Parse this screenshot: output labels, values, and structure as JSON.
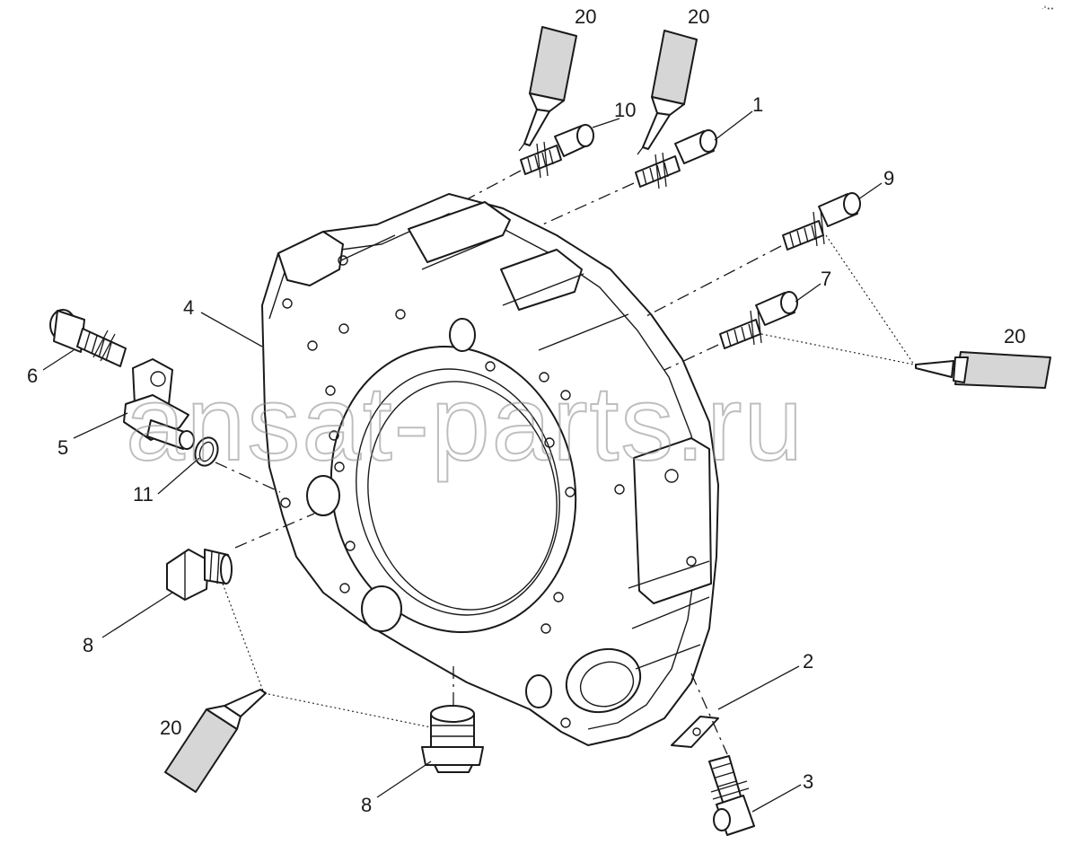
{
  "diagram": {
    "corner_mark": "·°••",
    "watermark": "ansat-parts.ru",
    "callouts": {
      "c20a": "20",
      "c20b": "20",
      "c10": "10",
      "c1": "1",
      "c9": "9",
      "c7": "7",
      "c20c": "20",
      "c4": "4",
      "c6": "6",
      "c5": "5",
      "c11": "11",
      "c8a": "8",
      "c20d": "20",
      "c8b": "8",
      "c2": "2",
      "c3": "3"
    },
    "colors": {
      "line": "#1a1a1a",
      "tube_fill": "#d6d6d6",
      "background": "#ffffff"
    }
  }
}
